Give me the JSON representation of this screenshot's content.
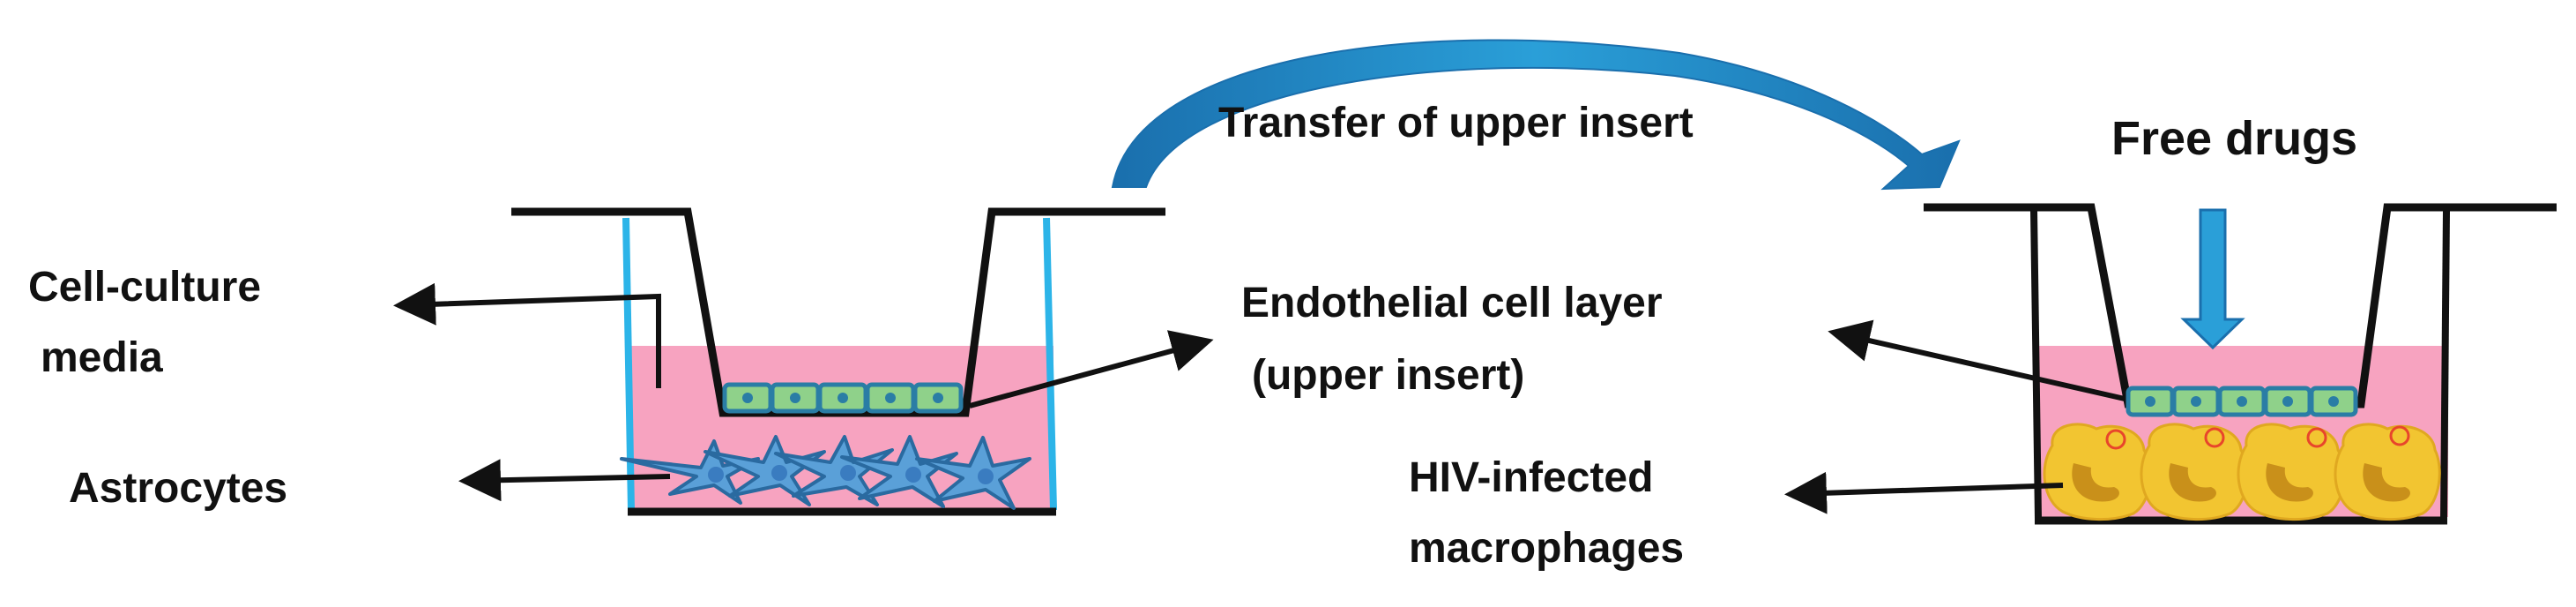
{
  "labels": {
    "media_line1": "Cell-culture",
    "media_line2": "media",
    "astrocytes": "Astrocytes",
    "transfer": "Transfer of upper insert",
    "endothelial_line1": "Endothelial cell layer",
    "endothelial_line2": "(upper insert)",
    "free_drugs": "Free drugs",
    "hiv_line1": "HIV-infected",
    "hiv_line2": "macrophages"
  },
  "colors": {
    "media": "#f7a3c0",
    "outer_wall": "#2cb4e8",
    "endothelial_fill": "#8fd18a",
    "endothelial_border": "#2a7da5",
    "astrocyte_fill": "#5aa0d8",
    "astrocyte_border": "#2a6aa0",
    "transfer_arrow": "#1f87c4",
    "drug_arrow": "#2a9fd8",
    "macrophage_fill": "#f2c531",
    "macrophage_nucleus": "#c9901a",
    "macrophage_virus": "#e8452b",
    "line": "#111111"
  },
  "icons": {
    "transfer": "curved-arrow",
    "drug": "down-arrow",
    "astrocyte": "star-shaped-cell",
    "macrophage": "blob-cell-with-virus"
  }
}
